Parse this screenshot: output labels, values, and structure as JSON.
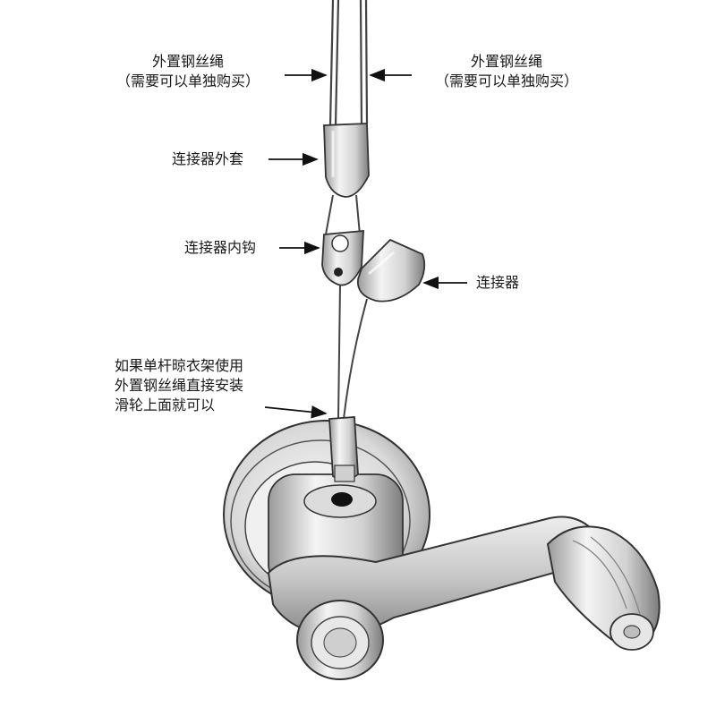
{
  "labels": {
    "left_cable_line1": "外置钢丝绳",
    "left_cable_line2": "（需要可以单独购买）",
    "right_cable_line1": "外置钢丝绳",
    "right_cable_line2": "（需要可以单独购买）",
    "connector_sleeve": "连接器外套",
    "connector_inner_hook": "连接器内钩",
    "connector": "连接器",
    "note_line1": "如果单杆晾衣架使用",
    "note_line2": "外置钢丝绳直接安装",
    "note_line3": "滑轮上面就可以"
  }
}
